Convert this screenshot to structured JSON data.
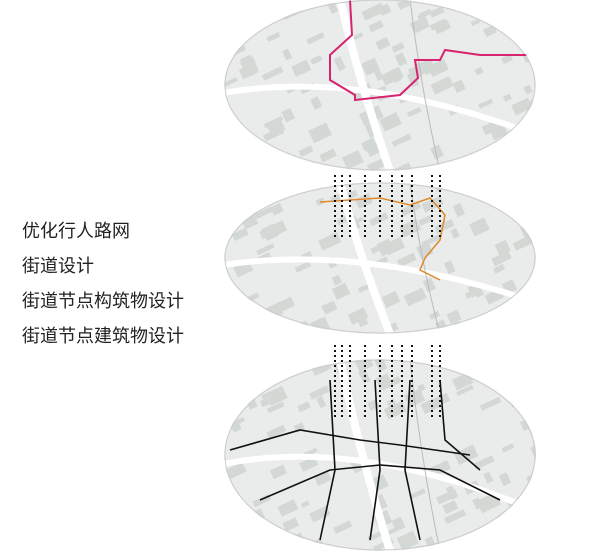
{
  "labels": [
    "优化行人路网",
    "街道设计",
    "街道节点构筑物设计",
    "街道节点建筑物设计"
  ],
  "layers": [
    {
      "name": "pedestrian-network-layer",
      "accent": "#d6246e"
    },
    {
      "name": "street-design-layer",
      "accent": "#e0892a"
    },
    {
      "name": "street-node-layer",
      "accent": "#111111"
    }
  ],
  "colors": {
    "map_fill": "#e9ecea",
    "map_line": "#ffffff",
    "block": "#d3d8d5",
    "dots": "#111111"
  }
}
